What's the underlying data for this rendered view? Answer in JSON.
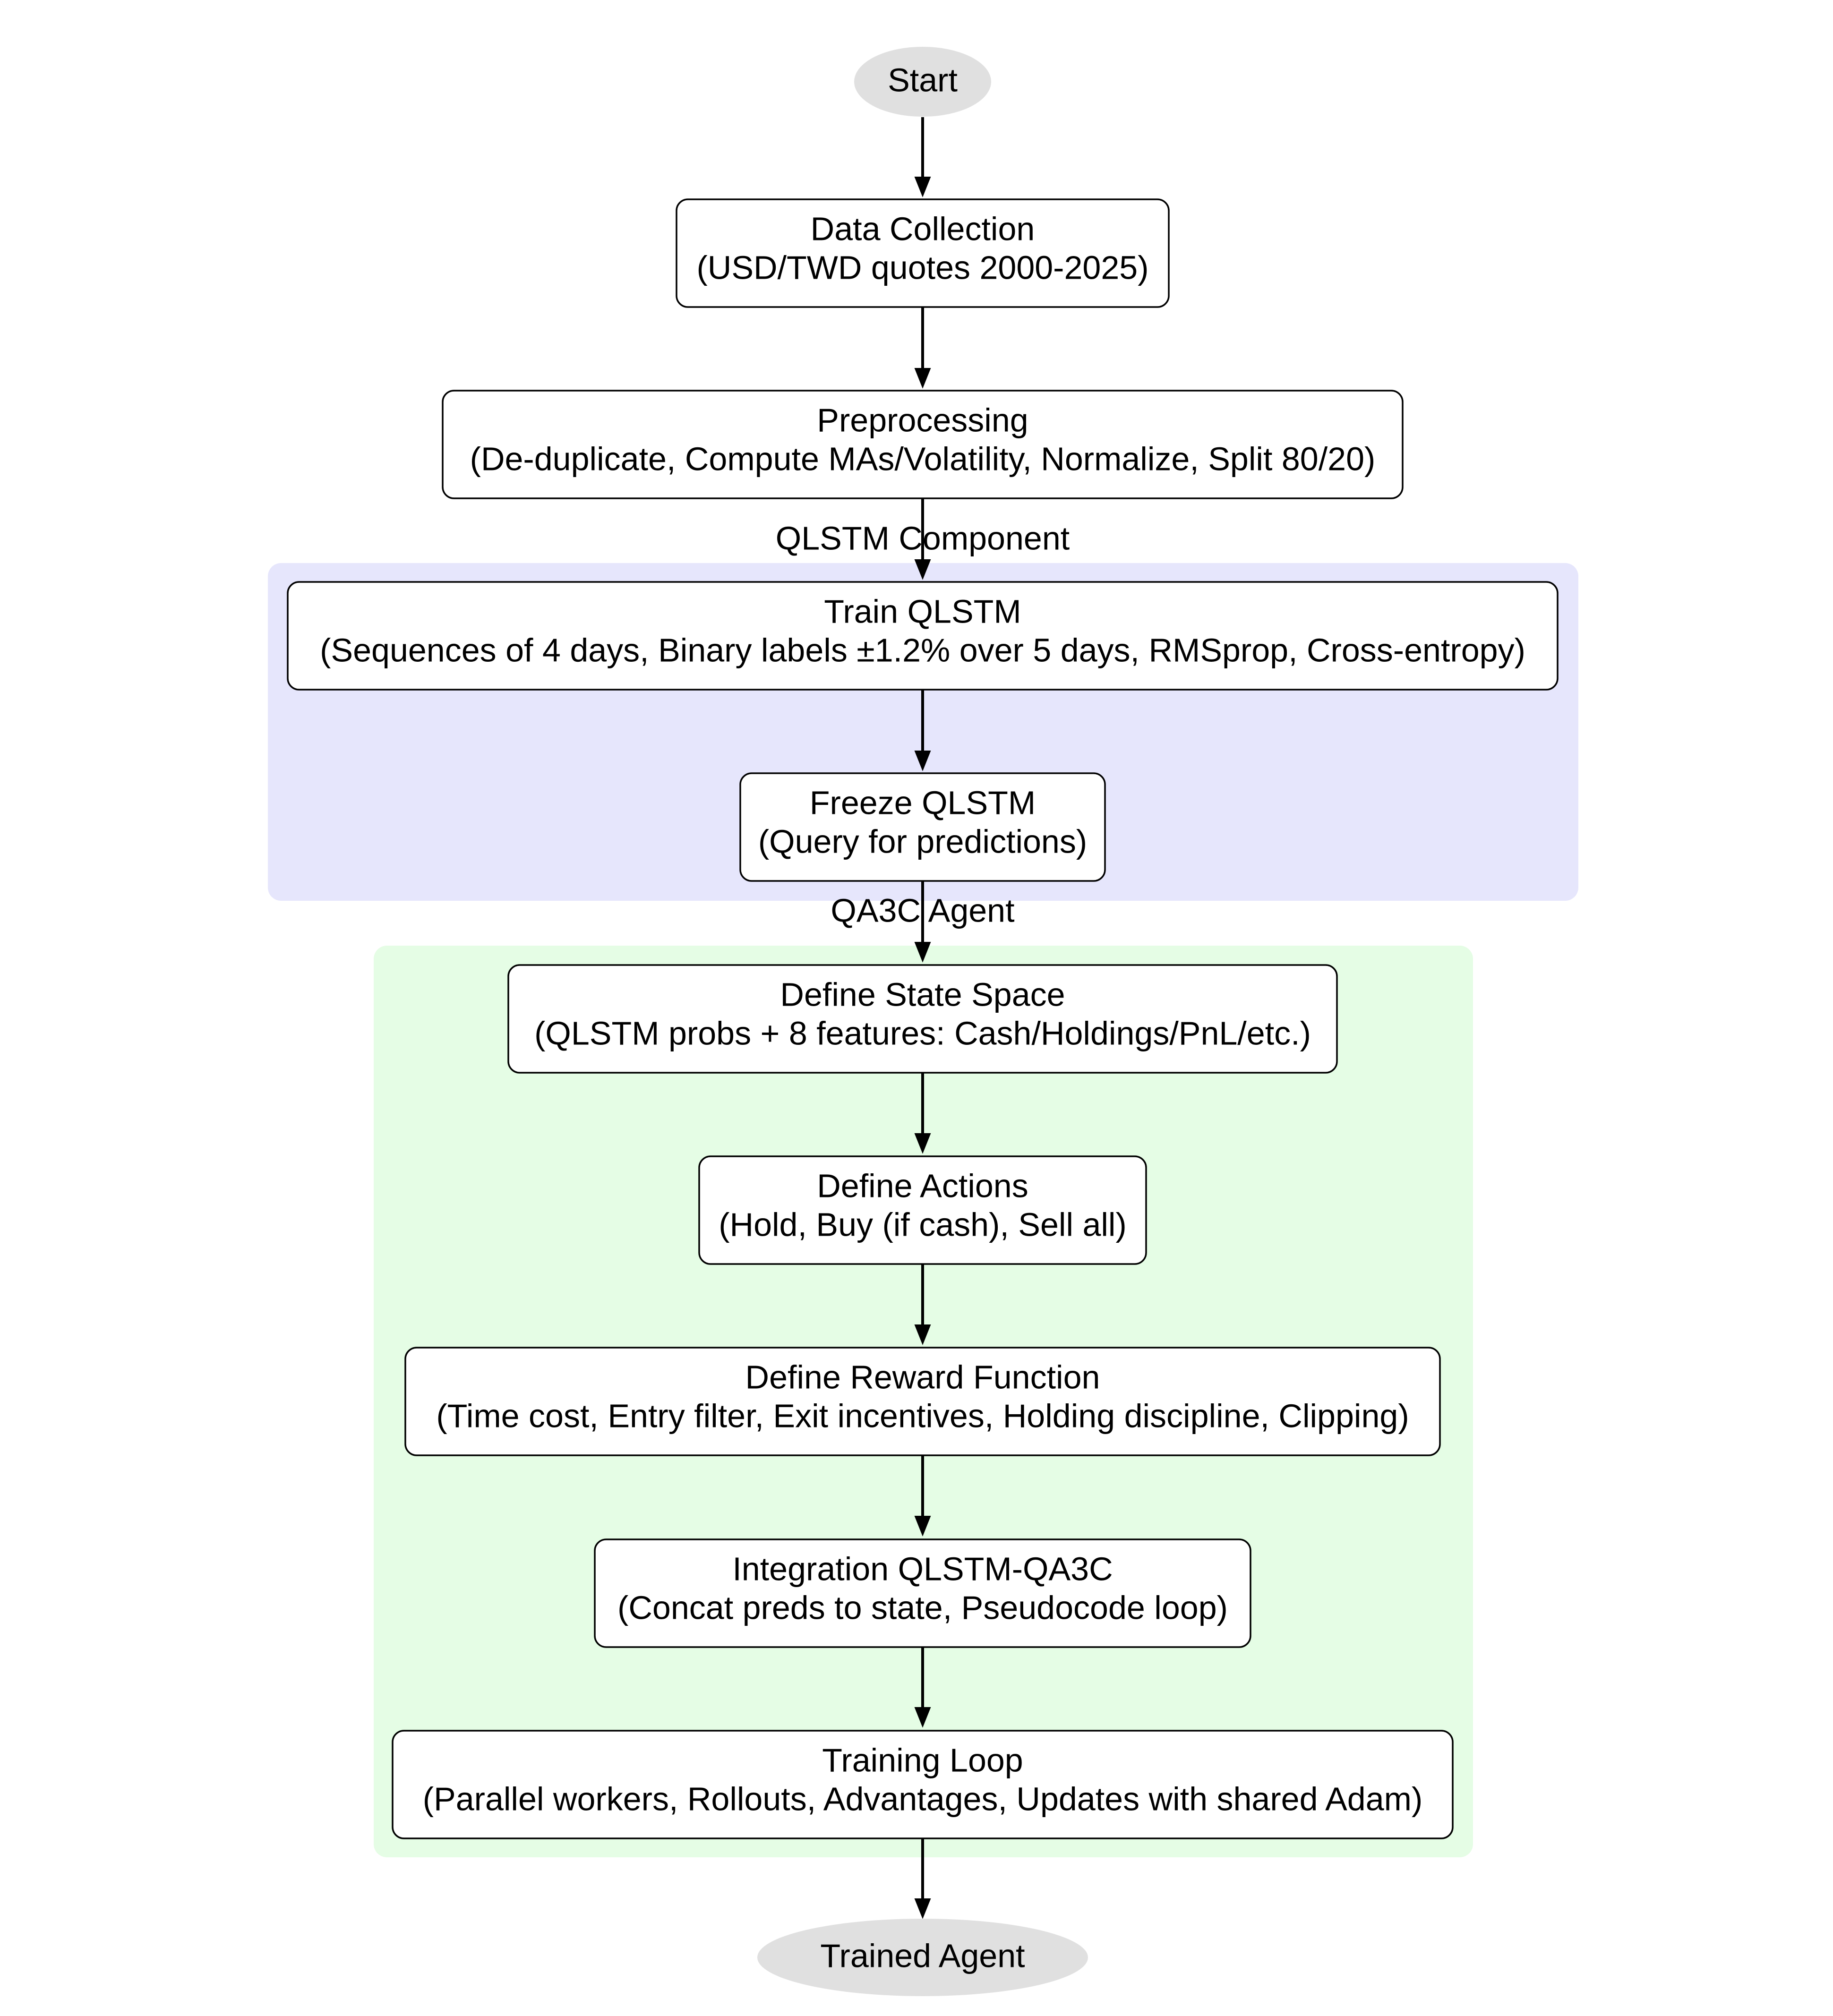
{
  "colors": {
    "qlstm_cluster_fill": "#e6e6fc",
    "qa3c_cluster_fill": "#e5fde5",
    "terminal_fill": "#e0e0e0",
    "box_fill": "#ffffff",
    "stroke": "#000000"
  },
  "clusters": {
    "qlstm": {
      "label": "QLSTM Component"
    },
    "qa3c": {
      "label": "QA3C Agent"
    }
  },
  "nodes": {
    "start": {
      "label": "Start"
    },
    "data_collection": {
      "title": "Data Collection",
      "detail": "(USD/TWD quotes 2000-2025)"
    },
    "preprocessing": {
      "title": "Preprocessing",
      "detail": "(De-duplicate, Compute MAs/Volatility, Normalize, Split 80/20)"
    },
    "train_qlstm": {
      "title": "Train QLSTM",
      "detail": "(Sequences of 4 days, Binary labels ±1.2% over 5 days, RMSprop, Cross-entropy)"
    },
    "freeze_qlstm": {
      "title": "Freeze QLSTM",
      "detail": "(Query for predictions)"
    },
    "define_state_space": {
      "title": "Define State Space",
      "detail": "(QLSTM probs + 8 features: Cash/Holdings/PnL/etc.)"
    },
    "define_actions": {
      "title": "Define Actions",
      "detail": "(Hold, Buy (if cash), Sell all)"
    },
    "define_reward": {
      "title": "Define Reward Function",
      "detail": "(Time cost, Entry filter, Exit incentives, Holding discipline, Clipping)"
    },
    "integration": {
      "title": "Integration QLSTM-QA3C",
      "detail": "(Concat preds to state, Pseudocode loop)"
    },
    "training_loop": {
      "title": "Training Loop",
      "detail": "(Parallel workers, Rollouts, Advantages, Updates with shared Adam)"
    },
    "trained_agent": {
      "label": "Trained Agent"
    }
  }
}
